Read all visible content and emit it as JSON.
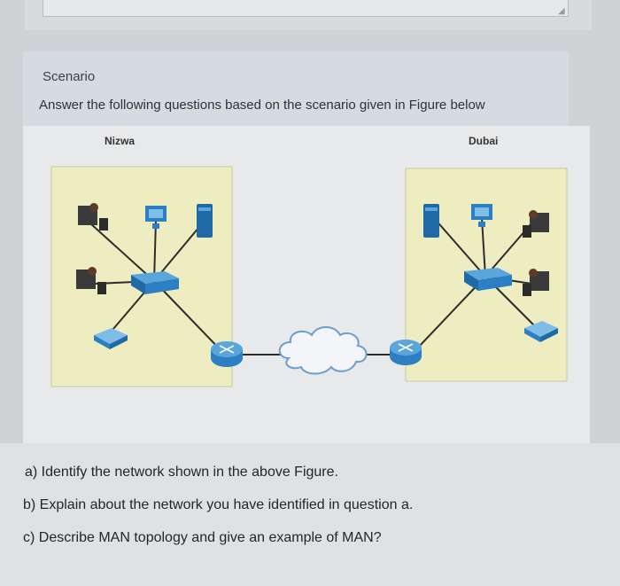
{
  "scenario": {
    "title": "Scenario",
    "instruction": "Answer the following questions based on the scenario given in Figure below"
  },
  "figure": {
    "site_left": {
      "label": "Nizwa"
    },
    "site_right": {
      "label": "Dubai"
    }
  },
  "questions": [
    {
      "text": "a) Identify the network shown in the above Figure."
    },
    {
      "text": "b) Explain about the network you have identified in question a."
    },
    {
      "text": "c) Describe MAN topology and give an example of MAN?"
    }
  ],
  "colors": {
    "site_zone": "#eeedc2",
    "device_blue": "#2b7fc2",
    "link_line": "#2c2c2c",
    "cloud_line": "#6a9fd0"
  }
}
